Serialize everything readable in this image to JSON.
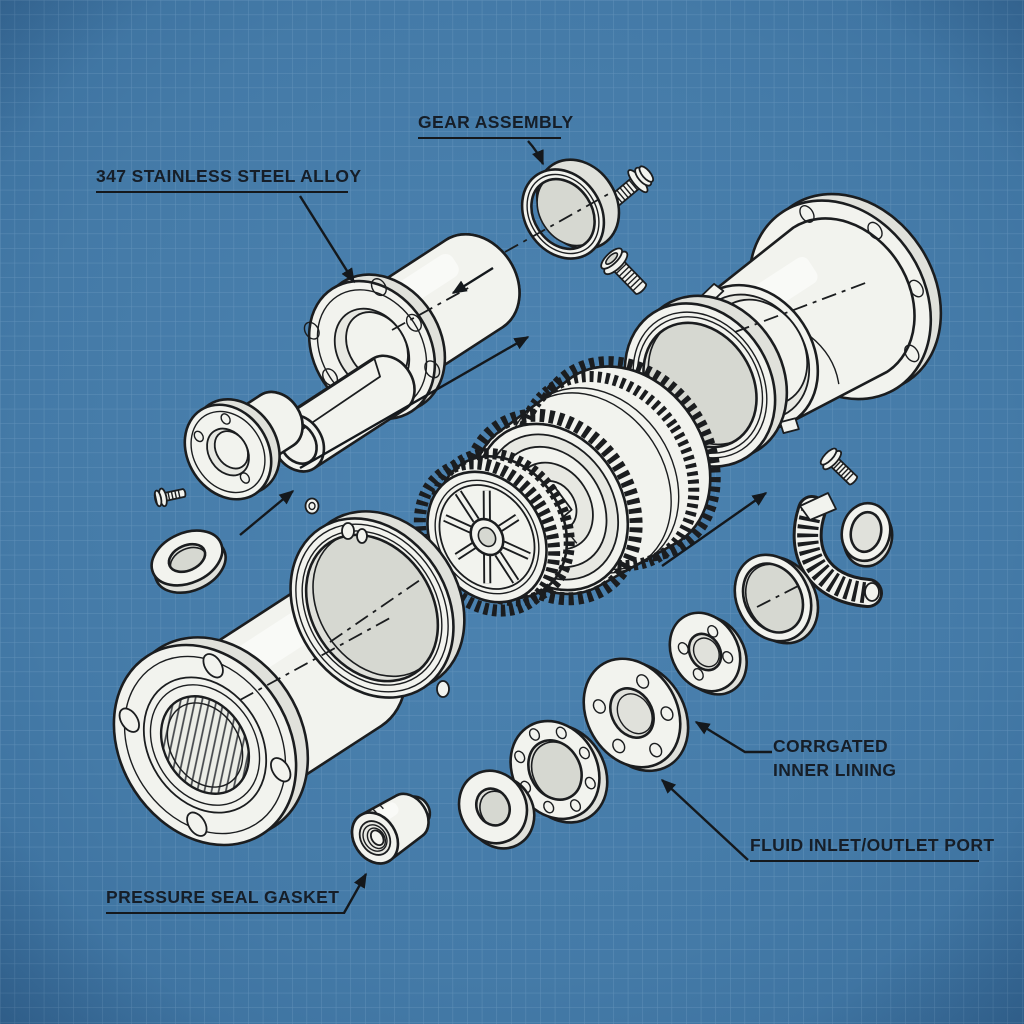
{
  "labels": {
    "alloy": "347 STAINLESS STEEL ALLOY",
    "gear_assembly": "GEAR ASSEMBLY",
    "corrugated_1": "CORRGATED",
    "corrugated_2": "INNER LINING",
    "fluid_port": "FLUID INLET/OUTLET PORT",
    "pressure_gasket": "PRESSURE SEAL GASKET"
  },
  "palette": {
    "background_center": "#4d84b2",
    "background_edge": "#38699a",
    "grid_line": "#7ba6c9",
    "ink": "#1b1d1f",
    "part_fill": "#f2f3ee",
    "part_shade": "#d6d8d1",
    "label_color": "#161e28"
  }
}
